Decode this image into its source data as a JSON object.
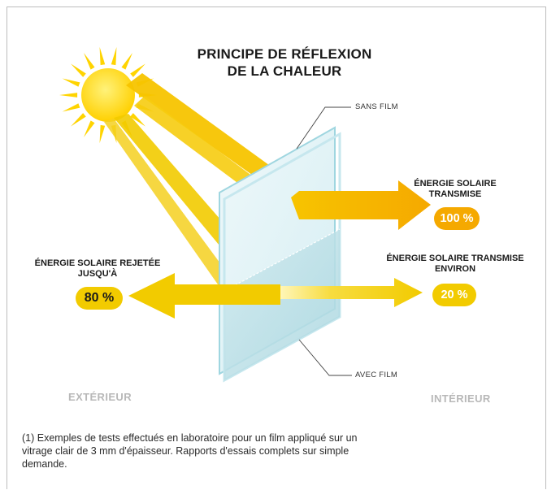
{
  "title_line1": "PRINCIPE DE RÉFLEXION",
  "title_line2": "DE LA CHALEUR",
  "callout_top": "SANS FILM",
  "callout_bottom": "AVEC FILM",
  "transmitted": {
    "label_line1": "ÉNERGIE SOLAIRE",
    "label_line2": "TRANSMISE",
    "value": "100 %"
  },
  "rejected": {
    "label_line1": "ÉNERGIE SOLAIRE REJETÉE",
    "label_line2": "JUSQU'À",
    "value": "80 %"
  },
  "transmitted_film": {
    "label_line1": "ÉNERGIE SOLAIRE TRANSMISE",
    "label_line2": "ENVIRON",
    "value": "20 %"
  },
  "outside_label": "EXTÉRIEUR",
  "inside_label": "INTÉRIEUR",
  "footnote": "(1) Exemples de tests effectués en laboratoire pour un film appliqué sur un vitrage clair de 3 mm d'épaisseur. Rapports d'essais complets sur simple demande.",
  "colors": {
    "sun": "#ffd400",
    "beam_orange": "#f5a900",
    "beam_yellow": "#f2cb00",
    "glass": "#bfe6ee"
  }
}
